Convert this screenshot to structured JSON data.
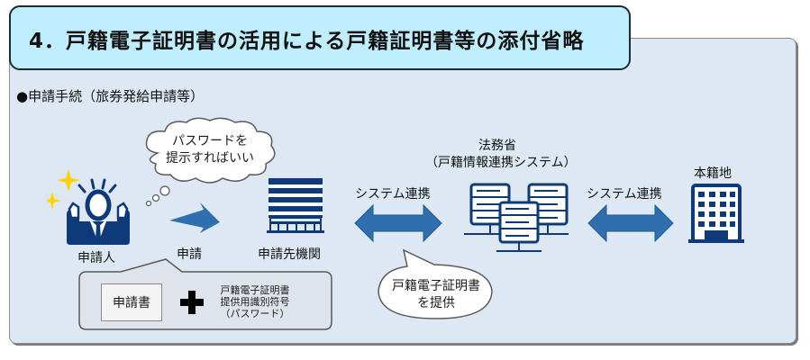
{
  "title": "4．戸籍電子証明書の活用による戸籍証明書等の添付省略",
  "subheading": "●申請手続（旅券発給申請等）",
  "applicant": {
    "label": "申請人",
    "thought_line1": "パスワードを",
    "thought_line2": "提示すればいい"
  },
  "apply_arrow_label": "申請",
  "receiving_agency": {
    "label": "申請先機関"
  },
  "link_left_label": "システム連携",
  "ministry": {
    "label_line1": "法務省",
    "label_line2": "（戸籍情報連携システム）"
  },
  "link_right_label": "システム連携",
  "honseki": {
    "label": "本籍地"
  },
  "provide_bubble": {
    "line1": "戸籍電子証明書",
    "line2": "を提供"
  },
  "submission": {
    "form_label": "申請書",
    "plus_symbol": "+",
    "code_line1": "戸籍電子証明書",
    "code_line2": "提供用識別符号",
    "code_line3": "（パスワード）"
  },
  "colors": {
    "title_bg": "#bfeeff",
    "panel_bg": "#dde8f4",
    "icon_navy": "#0f3a7a",
    "arrow_blue": "#2f6fb0",
    "sparkle": "#ffd200"
  }
}
